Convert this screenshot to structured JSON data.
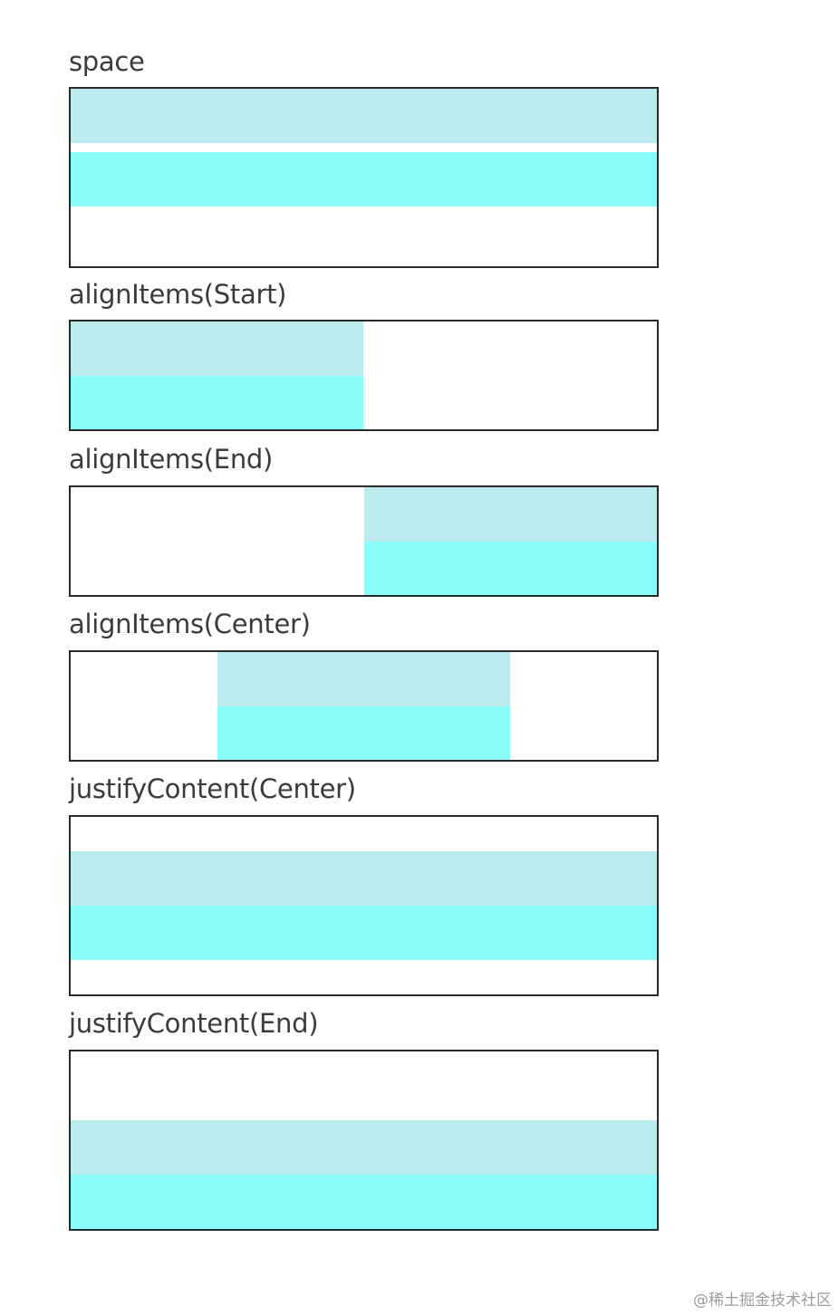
{
  "sections": [
    {
      "label": "space"
    },
    {
      "label": "alignItems(Start)"
    },
    {
      "label": "alignItems(End)"
    },
    {
      "label": "alignItems(Center)"
    },
    {
      "label": "justifyContent(Center)"
    },
    {
      "label": "justifyContent(End)"
    }
  ],
  "colors": {
    "item_light": "#bcebed",
    "item_bright": "#8afcf9",
    "border": "#2a2a2a",
    "label_text": "#3b3b3b"
  },
  "watermark": "@稀土掘金技术社区"
}
